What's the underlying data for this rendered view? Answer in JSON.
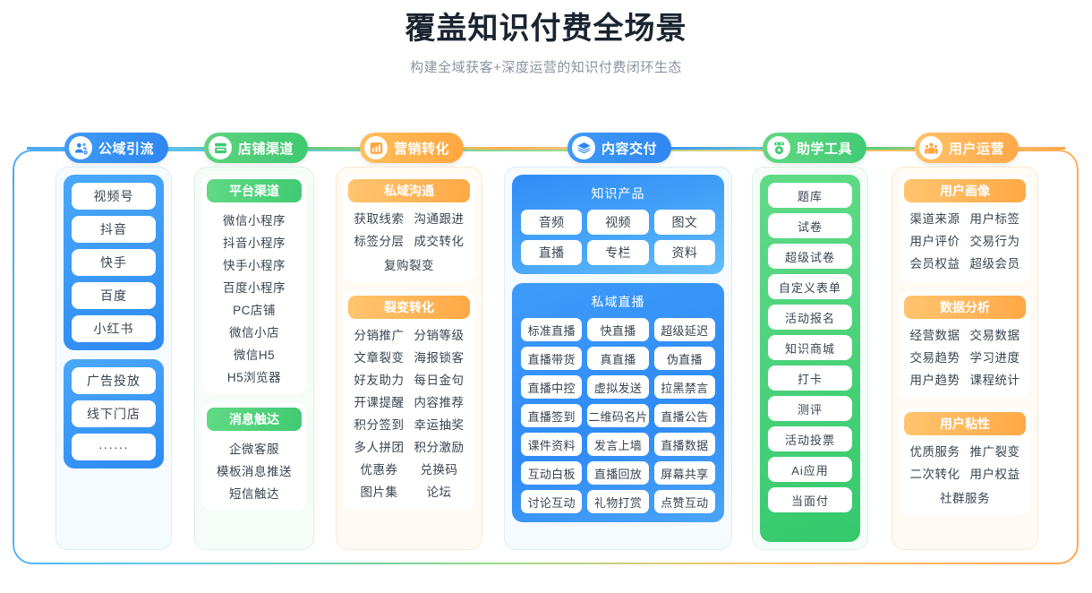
{
  "header": {
    "title": "覆盖知识付费全场景",
    "subtitle": "构建全域获客+深度运营的知识付费闭环生态"
  },
  "colors": {
    "blue": "#2f86f0",
    "green": "#3ec971",
    "orange": "#ffa63f",
    "text": "#3a4450",
    "subtitle": "#8a93a0"
  },
  "pillars": [
    {
      "label": "公域引流",
      "icon": "users-group-icon",
      "theme": "blue"
    },
    {
      "label": "店铺渠道",
      "icon": "shop-icon",
      "theme": "green"
    },
    {
      "label": "营销转化",
      "icon": "bar-chart-icon",
      "theme": "orange"
    },
    {
      "label": "内容交付",
      "icon": "layers-icon",
      "theme": "blue2"
    },
    {
      "label": "助学工具",
      "icon": "medal-icon",
      "theme": "green2"
    },
    {
      "label": "用户运营",
      "icon": "people-icon",
      "theme": "orange2"
    }
  ],
  "columns": {
    "traffic": {
      "groups": [
        {
          "items": [
            "视频号",
            "抖音",
            "快手",
            "百度",
            "小红书"
          ]
        },
        {
          "items": [
            "广告投放",
            "线下门店",
            "······"
          ]
        }
      ]
    },
    "shop": {
      "groups": [
        {
          "title": "平台渠道",
          "items": [
            "微信小程序",
            "抖音小程序",
            "快手小程序",
            "百度小程序",
            "PC店铺",
            "微信小店",
            "微信H5",
            "H5浏览器"
          ]
        },
        {
          "title": "消息触达",
          "items": [
            "企微客服",
            "模板消息推送",
            "短信触达"
          ]
        }
      ]
    },
    "marketing": {
      "groups": [
        {
          "title": "私域沟通",
          "rows": [
            [
              "获取线索",
              "沟通跟进"
            ],
            [
              "标签分层",
              "成交转化"
            ],
            [
              "复购裂变"
            ]
          ]
        },
        {
          "title": "裂变转化",
          "rows": [
            [
              "分销推广",
              "分销等级"
            ],
            [
              "文章裂变",
              "海报锁客"
            ],
            [
              "好友助力",
              "每日金句"
            ],
            [
              "开课提醒",
              "内容推荐"
            ],
            [
              "积分签到",
              "幸运抽奖"
            ],
            [
              "多人拼团",
              "积分激励"
            ],
            [
              "优惠券",
              "兑换码"
            ],
            [
              "图片集",
              "论坛"
            ]
          ]
        }
      ]
    },
    "content": {
      "groups": [
        {
          "title": "知识产品",
          "items": [
            "音频",
            "视频",
            "图文",
            "直播",
            "专栏",
            "资料"
          ]
        },
        {
          "title": "私域直播",
          "items": [
            "标准直播",
            "快直播",
            "超级延迟",
            "直播带货",
            "真直播",
            "伪直播",
            "直播中控",
            "虚拟发送",
            "拉黑禁言",
            "直播签到",
            "二维码名片",
            "直播公告",
            "课件资料",
            "发言上墙",
            "直播数据",
            "互动白板",
            "直播回放",
            "屏幕共享",
            "讨论互动",
            "礼物打赏",
            "点赞互动"
          ]
        }
      ]
    },
    "tools": {
      "groups": [
        {
          "items": [
            "题库",
            "试卷",
            "超级试卷",
            "自定义表单",
            "活动报名",
            "知识商城",
            "打卡",
            "测评",
            "活动投票",
            "Ai应用",
            "当面付"
          ]
        }
      ]
    },
    "operation": {
      "groups": [
        {
          "title": "用户画像",
          "rows": [
            [
              "渠道来源",
              "用户标签"
            ],
            [
              "用户评价",
              "交易行为"
            ],
            [
              "会员权益",
              "超级会员"
            ]
          ]
        },
        {
          "title": "数据分析",
          "rows": [
            [
              "经营数据",
              "交易数据"
            ],
            [
              "交易趋势",
              "学习进度"
            ],
            [
              "用户趋势",
              "课程统计"
            ]
          ]
        },
        {
          "title": "用户粘性",
          "rows": [
            [
              "优质服务",
              "推广裂变"
            ],
            [
              "二次转化",
              "用户权益"
            ],
            [
              "社群服务"
            ]
          ]
        }
      ]
    }
  }
}
